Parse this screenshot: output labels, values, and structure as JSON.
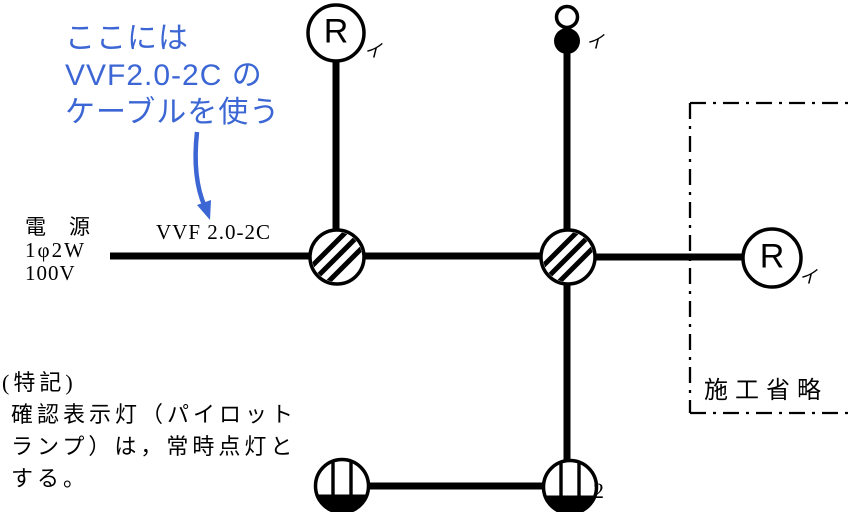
{
  "colors": {
    "annotation_blue": "#3b66d4",
    "line_black": "#000000"
  },
  "annotation": {
    "lines": [
      "ここには",
      "VVF2.0-2C の",
      "ケーブルを使う"
    ]
  },
  "power": {
    "lines": [
      "電　源",
      "1φ2W",
      "100V"
    ]
  },
  "cable_label": "VVF 2.0-2C",
  "devices": {
    "lamp_receptacle_top": {
      "letter": "R",
      "mark": "イ"
    },
    "ceiling_rosette": {
      "mark": "イ"
    },
    "lamp_receptacle_right": {
      "letter": "R",
      "mark": "イ"
    },
    "outlet_bottom_right": {
      "count": "2"
    }
  },
  "omission_box": {
    "label": "施工省略"
  },
  "notes": {
    "heading": "(特記)",
    "lines": [
      "確認表示灯（パイロット",
      "ランプ）は，常時点灯と",
      "する。"
    ]
  }
}
